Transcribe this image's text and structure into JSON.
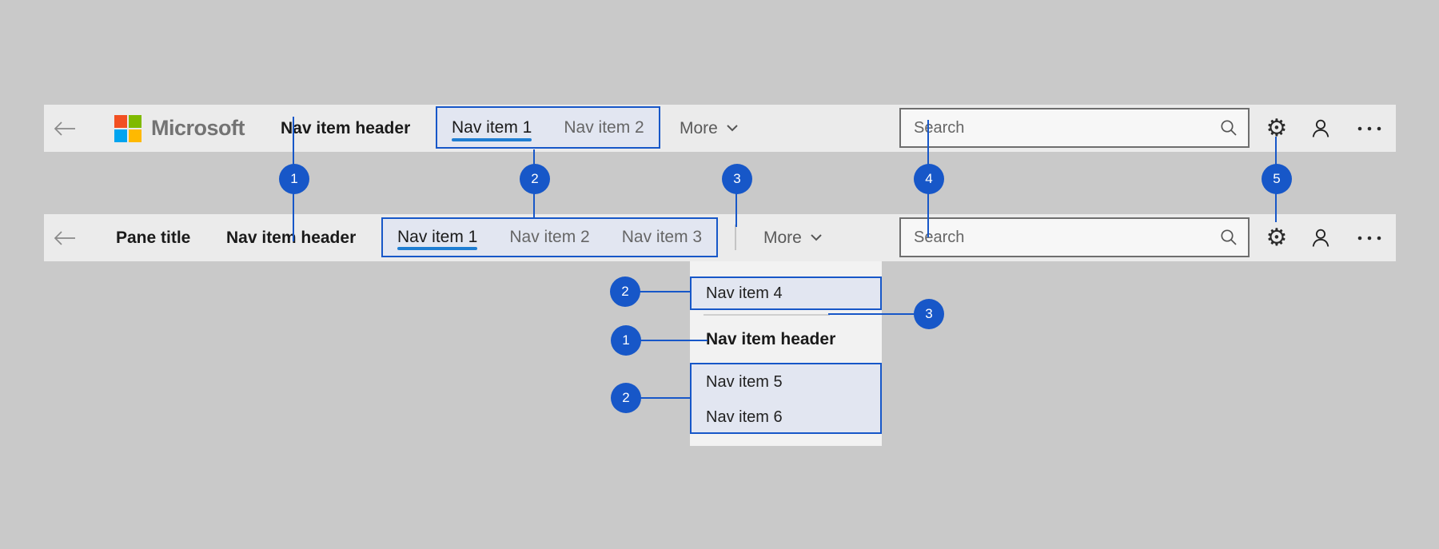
{
  "colors": {
    "accent_blue": "#1757c8",
    "underline_blue": "#1e7dd2",
    "bar_bg": "#ebebeb",
    "page_bg": "#c9c9c9",
    "nav_box_fill": "#e2e6f1",
    "search_bg": "#f7f7f7",
    "search_border": "#6e6e6e",
    "text_dark": "#1a1a1a",
    "text_gray": "#666666",
    "logo_gray": "#737373",
    "flyout_bg": "#f2f2f2",
    "divider_gray": "#c4c4c4",
    "icon_dark": "#2b2b2b",
    "logo_red": "#f25022",
    "logo_green": "#7fba00",
    "logo_blue": "#00a4ef",
    "logo_yellow": "#ffb900"
  },
  "top_bar": {
    "logo": "Microsoft",
    "nav_item_header": "Nav item header",
    "nav_items": [
      {
        "label": "Nav item 1",
        "selected": true
      },
      {
        "label": "Nav item 2",
        "selected": false
      }
    ],
    "more_label": "More",
    "search_placeholder": "Search"
  },
  "pane_bar": {
    "pane_title": "Pane title",
    "nav_item_header": "Nav item header",
    "nav_items": [
      {
        "label": "Nav item 1",
        "selected": true
      },
      {
        "label": "Nav item 2",
        "selected": false
      },
      {
        "label": "Nav item 3",
        "selected": false
      }
    ],
    "more_label": "More",
    "search_placeholder": "Search"
  },
  "flyout": {
    "items_top": [
      {
        "label": "Nav item 4"
      }
    ],
    "nav_item_header": "Nav item header",
    "items_bottom": [
      {
        "label": "Nav item 5"
      },
      {
        "label": "Nav item 6"
      }
    ]
  },
  "callouts": {
    "top_row": [
      {
        "n": "1"
      },
      {
        "n": "2"
      },
      {
        "n": "3"
      },
      {
        "n": "4"
      },
      {
        "n": "5"
      }
    ],
    "flyout_row": [
      {
        "n": "2"
      },
      {
        "n": "1"
      },
      {
        "n": "2"
      },
      {
        "n": "3"
      }
    ]
  }
}
